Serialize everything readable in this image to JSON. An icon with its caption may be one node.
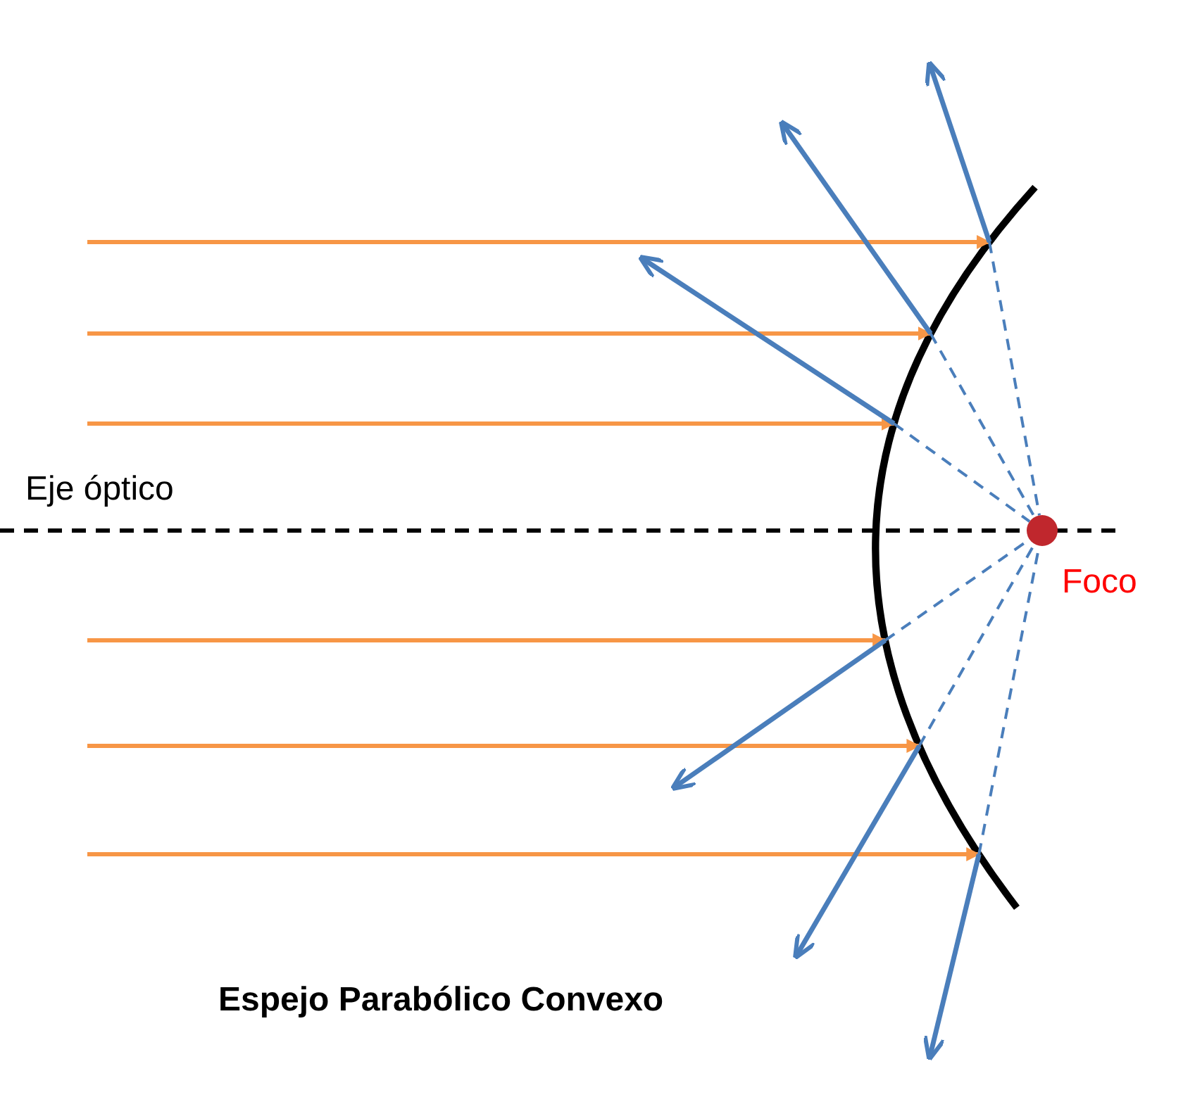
{
  "diagram": {
    "caption": "Espejo Parabólico Convexo",
    "nodes": [
      {
        "text": [],
        "shape": "circle",
        "beside": [
          "Foco"
        ]
      },
      {
        "text": [],
        "shape": "arc"
      }
    ],
    "edges": [
      {
        "from": 1,
        "to": 0,
        "arrow": "none",
        "style": "dashed"
      },
      {
        "from": 1,
        "to": 0,
        "arrow": "none",
        "style": "dashed"
      },
      {
        "from": 1,
        "to": 0,
        "arrow": "none",
        "style": "dashed"
      },
      {
        "from": 1,
        "to": 0,
        "arrow": "none",
        "style": "dashed"
      },
      {
        "from": 1,
        "to": 0,
        "arrow": "none",
        "style": "dashed"
      },
      {
        "from": 1,
        "to": 0,
        "arrow": "none",
        "style": "dashed"
      }
    ],
    "labels": [
      "Eje óptico"
    ]
  }
}
